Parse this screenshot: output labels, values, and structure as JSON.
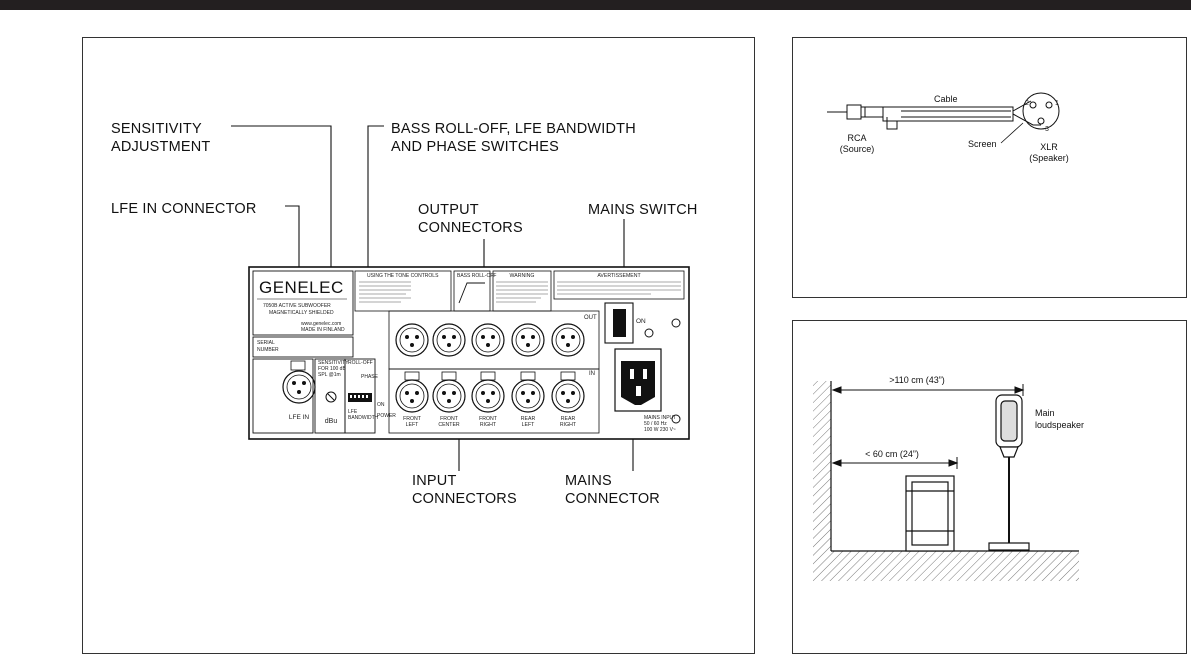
{
  "main_diagram": {
    "labels": {
      "sensitivity_1": "SENSITIVITY",
      "sensitivity_2": "ADJUSTMENT",
      "bass_1": "BASS ROLL-OFF, LFE BANDWIDTH",
      "bass_2": "AND PHASE SWITCHES",
      "lfe_in": "LFE IN CONNECTOR",
      "output_1": "OUTPUT",
      "output_2": "CONNECTORS",
      "mains_switch": "MAINS SWITCH",
      "input_1": "INPUT",
      "input_2": "CONNECTORS",
      "mains_conn_1": "MAINS",
      "mains_conn_2": "CONNECTOR"
    },
    "panel": {
      "brand": "GENELEC",
      "model": "7050B ACTIVE SUBWOOFER",
      "shielded": "MAGNETICALLY SHIELDED",
      "website": "www.genelec.com",
      "made_in": "MADE IN FINLAND",
      "serial_1": "SERIAL",
      "serial_2": "NUMBER",
      "lfe_in": "LFE IN",
      "dbu": "dBu",
      "sens_1": "SENSITIVITY",
      "sens_2": "FOR 100 dB",
      "sens_3": "SPL @1m",
      "rolloff": "ROLL-OFF",
      "phase": "PHASE",
      "lfe_bw_1": "LFE",
      "lfe_bw_2": "BANDWIDTH",
      "on": "ON",
      "power": "POWER",
      "out": "OUT",
      "in": "IN",
      "switch_on": "ON",
      "tone_title": "USING THE TONE CONTROLS",
      "bass_rolloff": "BASS ROLL-OFF",
      "warning_title": "WARNING",
      "avert_title": "AVERTISSEMENT",
      "mains_input_1": "MAINS INPUT",
      "mains_input_2": "50 / 60 Hz",
      "mains_input_3": "100 W 230 V~",
      "channels": [
        {
          "line1": "FRONT",
          "line2": "LEFT"
        },
        {
          "line1": "FRONT",
          "line2": "CENTER"
        },
        {
          "line1": "FRONT",
          "line2": "RIGHT"
        },
        {
          "line1": "REAR",
          "line2": "LEFT"
        },
        {
          "line1": "REAR",
          "line2": "RIGHT"
        }
      ]
    }
  },
  "cable_diagram": {
    "cable": "Cable",
    "rca_1": "RCA",
    "rca_2": "(Source)",
    "screen": "Screen",
    "xlr_1": "XLR",
    "xlr_2": "(Speaker)",
    "pin_1": "1",
    "pin_2": "2",
    "pin_3": "3"
  },
  "placement_diagram": {
    "distance_far": ">110 cm (43”)",
    "distance_near": "< 60 cm (24”)",
    "speaker_1": "Main",
    "speaker_2": "loudspeaker"
  }
}
